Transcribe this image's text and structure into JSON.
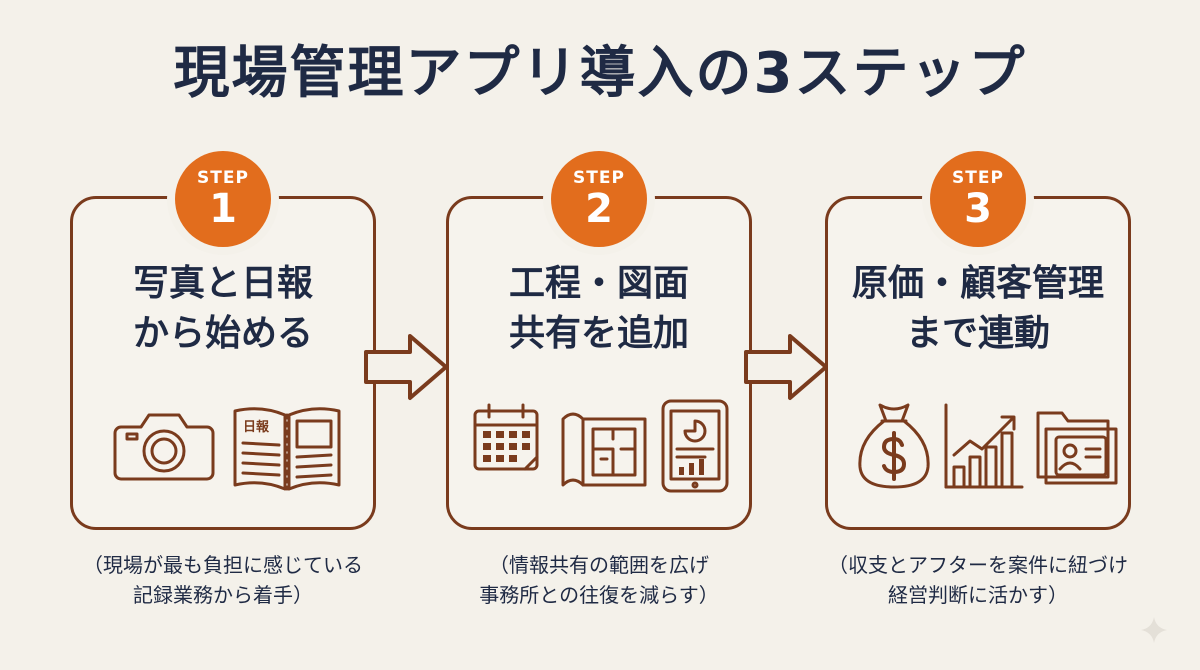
{
  "title": "現場管理アプリ導入の3ステップ",
  "steps": [
    {
      "step_label": "STEP",
      "number": "1",
      "title_lines": [
        "写真と日報",
        "から始める"
      ],
      "icon_text": "日報",
      "caption_lines": [
        "（現場が最も負担に感じている",
        "記録業務から着手）"
      ],
      "icons": [
        "camera-icon",
        "daily-report-book-icon"
      ]
    },
    {
      "step_label": "STEP",
      "number": "2",
      "title_lines": [
        "工程・図面",
        "共有を追加"
      ],
      "caption_lines": [
        "（情報共有の範囲を広げ",
        "事務所との往復を減らす）"
      ],
      "icons": [
        "calendar-icon",
        "blueprint-icon",
        "tablet-report-icon"
      ]
    },
    {
      "step_label": "STEP",
      "number": "3",
      "title_lines": [
        "原価・顧客管理",
        "まで連動"
      ],
      "caption_lines": [
        "（収支とアフターを案件に紐づけ",
        "経営判断に活かす）"
      ],
      "icons": [
        "money-bag-icon",
        "growth-chart-icon",
        "customer-folder-icon"
      ]
    }
  ],
  "colors": {
    "title": "#1f2a44",
    "badge": "#e26d1d",
    "outline": "#7a3b1d",
    "background": "#f4f1ea"
  }
}
